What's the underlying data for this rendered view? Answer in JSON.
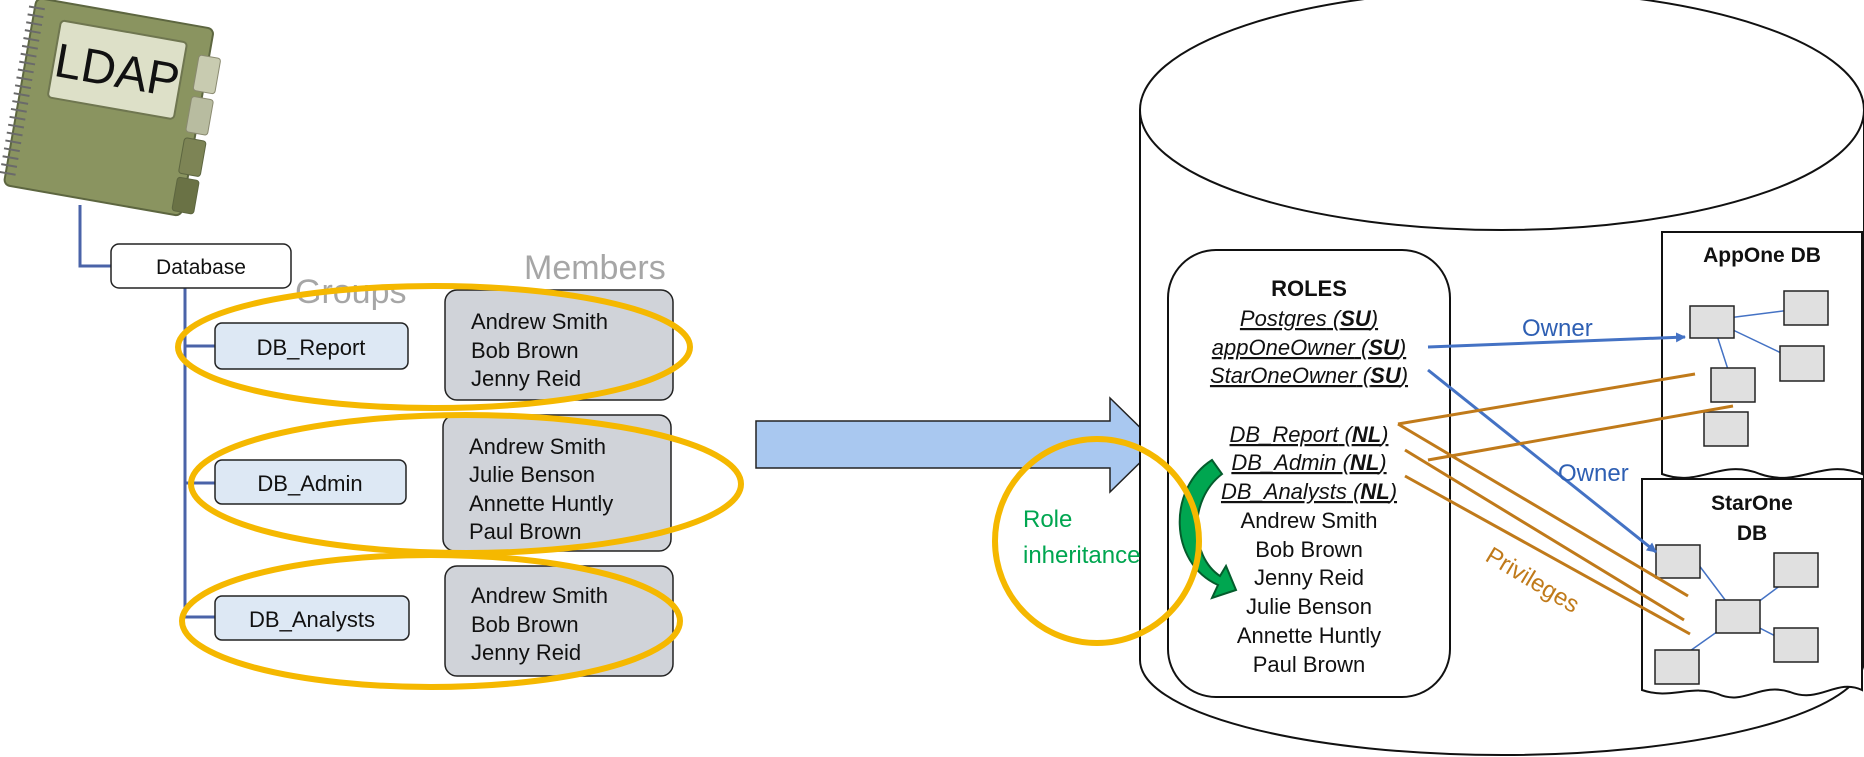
{
  "ldap": {
    "label": "LDAP"
  },
  "tree": {
    "root": "Database",
    "groups_header": "Groups",
    "members_header": "Members",
    "groups": [
      {
        "name": "DB_Report",
        "members": [
          "Andrew Smith",
          "Bob Brown",
          "Jenny Reid"
        ]
      },
      {
        "name": "DB_Admin",
        "members": [
          "Andrew Smith",
          "Julie Benson",
          "Annette Huntly",
          "Paul Brown"
        ]
      },
      {
        "name": "DB_Analysts",
        "members": [
          "Andrew Smith",
          "Bob Brown",
          "Jenny Reid"
        ]
      }
    ]
  },
  "role_inheritance": {
    "line1": "Role",
    "line2": "inheritance"
  },
  "roles": {
    "title": "ROLES",
    "superusers": [
      {
        "name": "Postgres",
        "flag": "SU"
      },
      {
        "name": "appOneOwner",
        "flag": "SU"
      },
      {
        "name": "StarOneOwner",
        "flag": "SU"
      }
    ],
    "group_roles": [
      {
        "name": "DB_Report",
        "flag": "NL"
      },
      {
        "name": "DB_Admin",
        "flag": "NL"
      },
      {
        "name": "DB_Analysts",
        "flag": "NL"
      }
    ],
    "users": [
      "Andrew Smith",
      "Bob Brown",
      "Jenny Reid",
      "Julie Benson",
      "Annette Huntly",
      "Paul Brown"
    ]
  },
  "databases": {
    "appone": {
      "line1": "AppOne DB"
    },
    "starone": {
      "line1": "StarOne",
      "line2": "DB"
    }
  },
  "edge_labels": {
    "owner1": "Owner",
    "owner2": "Owner",
    "privileges": "Privileges"
  },
  "colors": {
    "owner_arrow": "#4472c4",
    "privileges": "#c07a1a",
    "highlight": "#f5b800",
    "inheritance": "#00a650",
    "member_box": "#d0d3d9",
    "group_box": "#dde8f4",
    "big_arrow": "#a9c8f0",
    "tree_line": "#4a63a8"
  }
}
